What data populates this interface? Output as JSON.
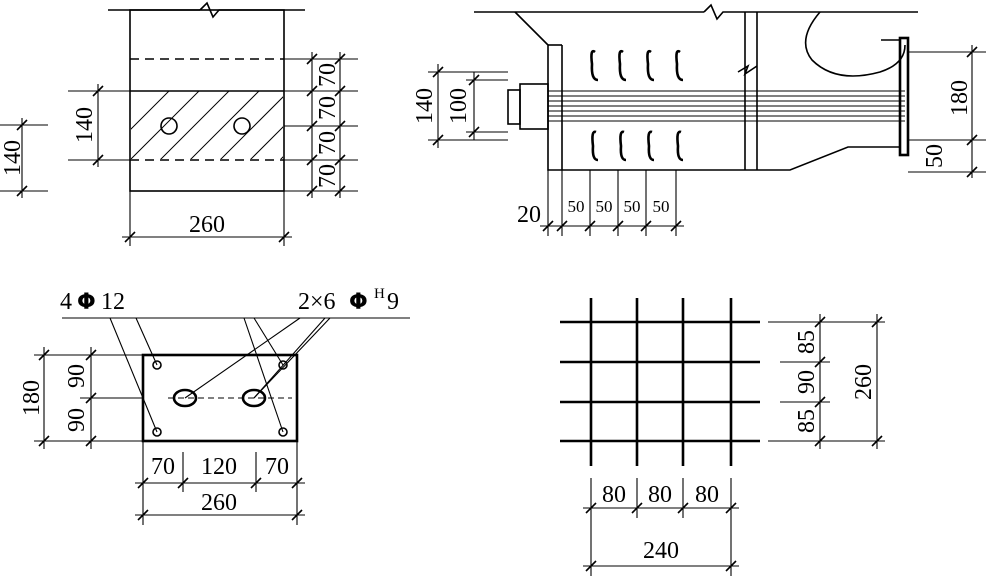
{
  "views": {
    "top_left": {
      "dims": {
        "side_height": "140",
        "hatch_height": "140",
        "width": "260",
        "right_70_a": "70",
        "right_70_b": "70",
        "right_70_c": "70",
        "right_70_d": "70"
      }
    },
    "top_right": {
      "dims": {
        "left_outer": "140",
        "left_inner": "100",
        "right_180": "180",
        "right_50": "50",
        "bottom_20": "20",
        "bottom_50": [
          "50",
          "50",
          "50",
          "50"
        ]
      }
    },
    "bottom_left": {
      "labels": {
        "bar_count": "4",
        "bar_size": "12",
        "anchor_prefix": "2×6",
        "anchor_sup": "H",
        "anchor_size": "9"
      },
      "dims": {
        "left_outer": "180",
        "left_90_top": "90",
        "left_90_bottom": "90",
        "bottom_70_left": "70",
        "bottom_120": "120",
        "bottom_70_right": "70",
        "bottom_total": "260"
      }
    },
    "bottom_right": {
      "dims": {
        "right_85_top": "85",
        "right_90": "90",
        "right_85_bottom": "85",
        "right_total": "260",
        "bottom_80": [
          "80",
          "80",
          "80"
        ],
        "bottom_total": "240"
      }
    }
  },
  "symbols": {
    "rebar_symbol": "Φ"
  }
}
